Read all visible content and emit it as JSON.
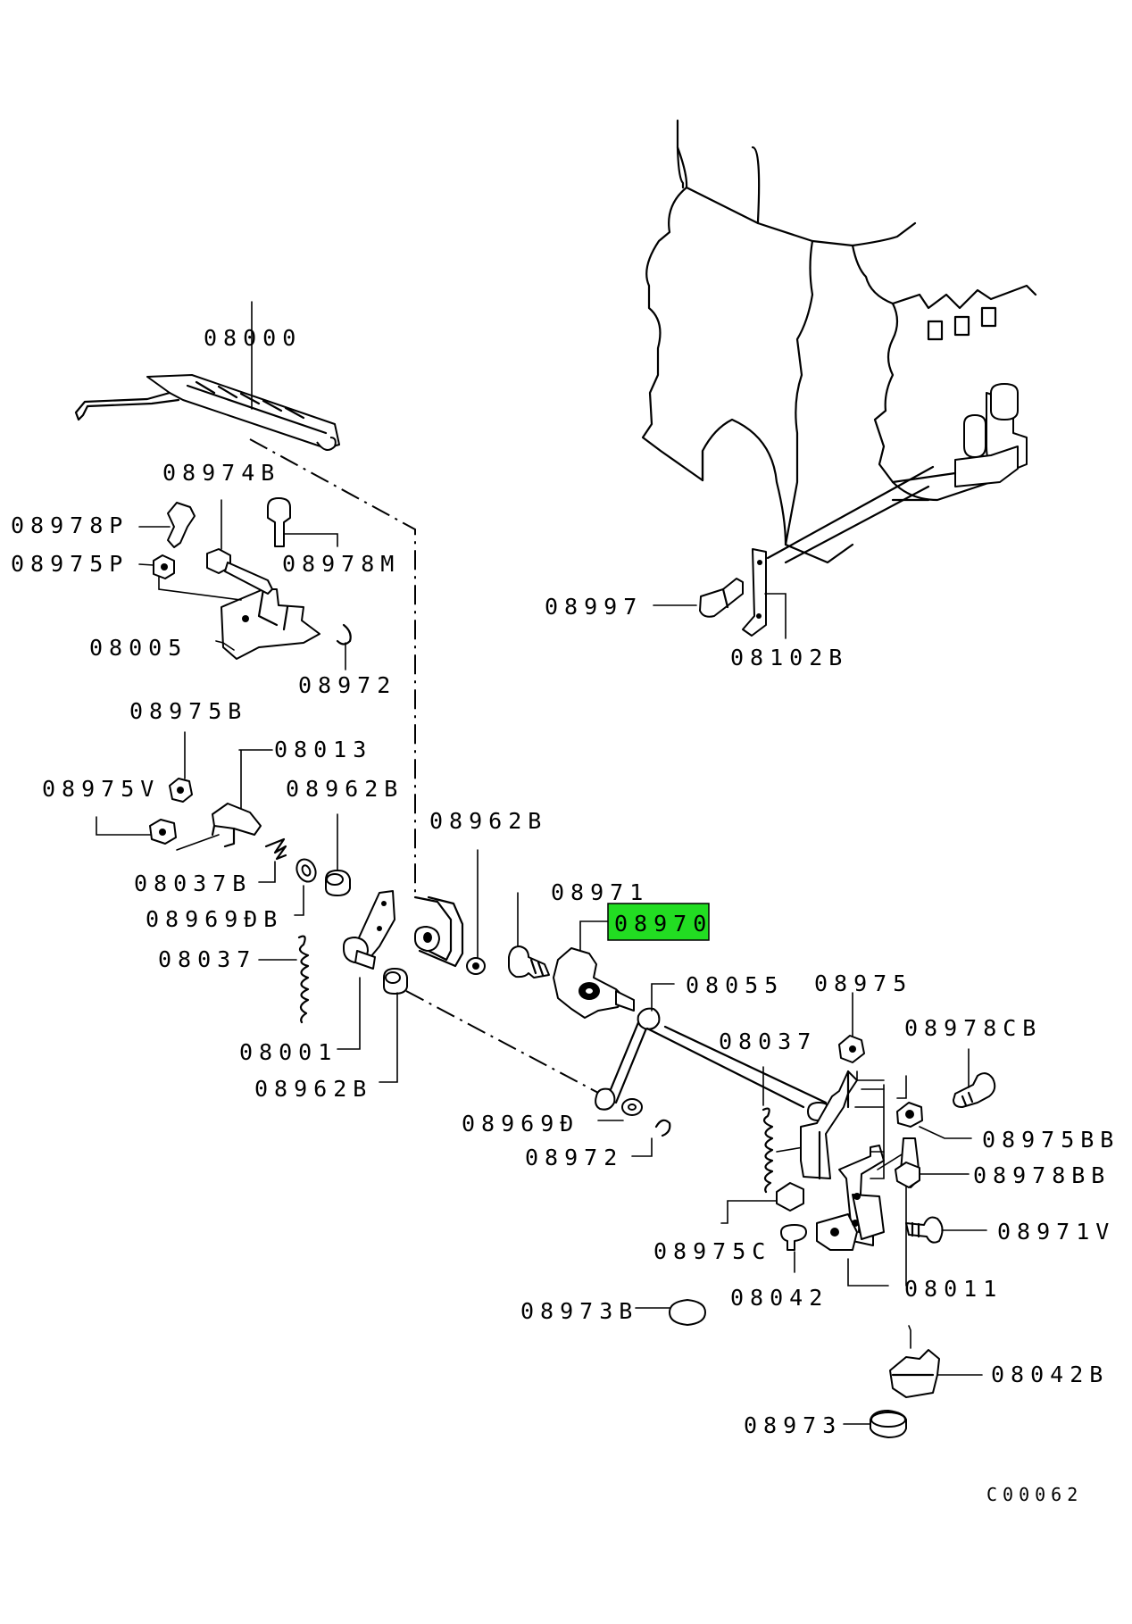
{
  "highlight_color": "#22dd22",
  "labels": {
    "p08000": "08000",
    "p08974B": "08974B",
    "p08978P": "08978P",
    "p08975P": "08975P",
    "p08978M": "08978M",
    "p08005": "08005",
    "p08972_top": "08972",
    "p08975B": "08975B",
    "p08013": "08013",
    "p08975V": "08975V",
    "p08962B_left": "08962B",
    "p08037B": "08037B",
    "p08969DB": "08969ĐB",
    "p08037_left": "08037",
    "p08001": "08001",
    "p08962B_bottom": "08962B",
    "p08962B_mid": "08962B",
    "p08971": "08971",
    "p08970": "08970",
    "p08055": "08055",
    "p08969D": "08969Đ",
    "p08972_bottom": "08972",
    "p08997": "08997",
    "p08102B": "08102B",
    "p08975": "08975",
    "p08978CB": "08978CB",
    "p08037_right": "08037",
    "p08975BB": "08975BB",
    "p08978BB": "08978BB",
    "p08971V": "08971V",
    "p08975C": "08975C",
    "p08042": "08042",
    "p08011": "08011",
    "p08973B": "08973B",
    "p08042B": "08042B",
    "p08973": "08973"
  },
  "drawing_code": "C00062"
}
